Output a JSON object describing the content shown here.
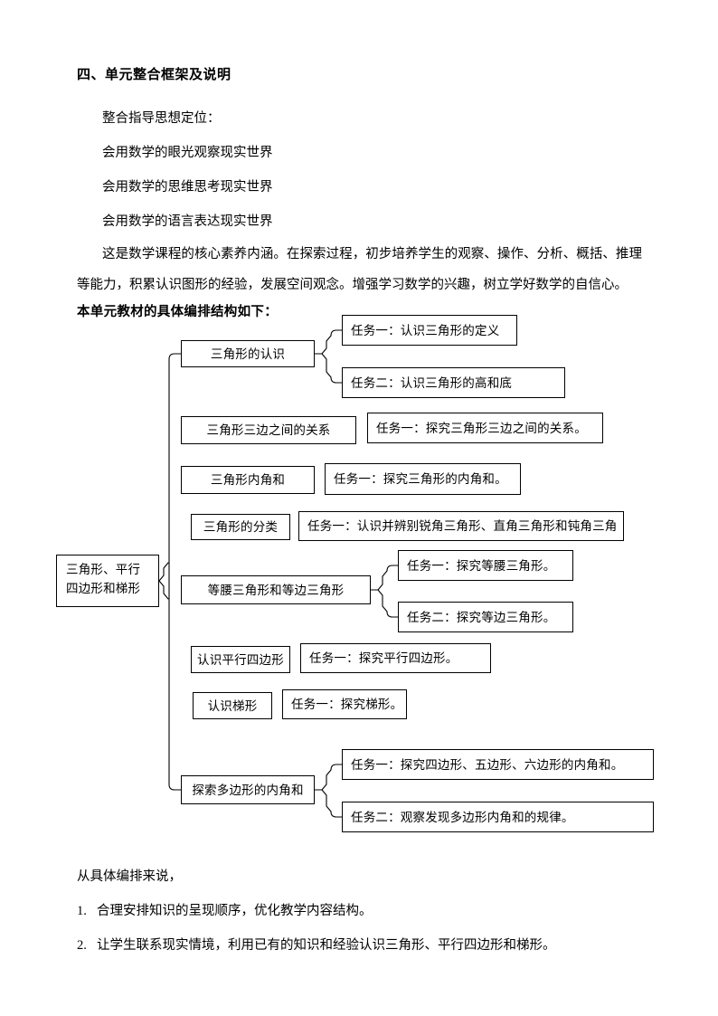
{
  "document": {
    "heading": "四、单元整合框架及说明",
    "intro_lines": [
      "整合指导思想定位：",
      "会用数学的眼光观察现实世界",
      "会用数学的思维思考现实世界",
      "会用数学的语言表达现实世界"
    ],
    "body_paragraph": "这是数学课程的核心素养内涵。在探索过程，初步培养学生的观察、操作、分析、概括、推理等能力，积累认识图形的经验，发展空间观念。增强学习数学的兴趣，树立学好数学的自信心。",
    "structure_label": "本单元教材的具体编排结构如下：",
    "tail_intro": "从具体编排来说，",
    "tail_items": [
      {
        "num": "1.",
        "text": "合理安排知识的呈现顺序，优化教学内容结构。"
      },
      {
        "num": "2.",
        "text": "让学生联系现实情境，利用已有的知识和经验认识三角形、平行四边形和梯形。"
      }
    ]
  },
  "diagram": {
    "root": {
      "line1": "三角形、平行",
      "line2": "四边形和梯形"
    },
    "branches": [
      {
        "title": "三角形的认识",
        "tasks": [
          "任务一：认识三角形的定义",
          "任务二：认识三角形的高和底"
        ]
      },
      {
        "title": "三角形三边之间的关系",
        "tasks": [
          "任务一：探究三角形三边之间的关系。"
        ]
      },
      {
        "title": "三角形内角和",
        "tasks": [
          "任务一：探究三角形的内角和。"
        ]
      },
      {
        "title": "三角形的分类",
        "tasks": [
          "任务一：认识并辨别锐角三角形、直角三角形和钝角三角"
        ]
      },
      {
        "title": "等腰三角形和等边三角形",
        "tasks": [
          "任务一：探究等腰三角形。",
          "任务二：探究等边三角形。"
        ]
      },
      {
        "title": "认识平行四边形",
        "tasks": [
          "任务一：探究平行四边形。"
        ]
      },
      {
        "title": "认识梯形",
        "tasks": [
          "任务一：探究梯形。"
        ]
      },
      {
        "title": "探索多边形的内角和",
        "tasks": [
          "任务一：探究四边形、五边形、六边形的内角和。",
          "任务二：观察发现多边形内角和的规律。"
        ]
      }
    ]
  },
  "style": {
    "line_color": "#000000",
    "text_color": "#000000",
    "page_background": "#ffffff"
  }
}
